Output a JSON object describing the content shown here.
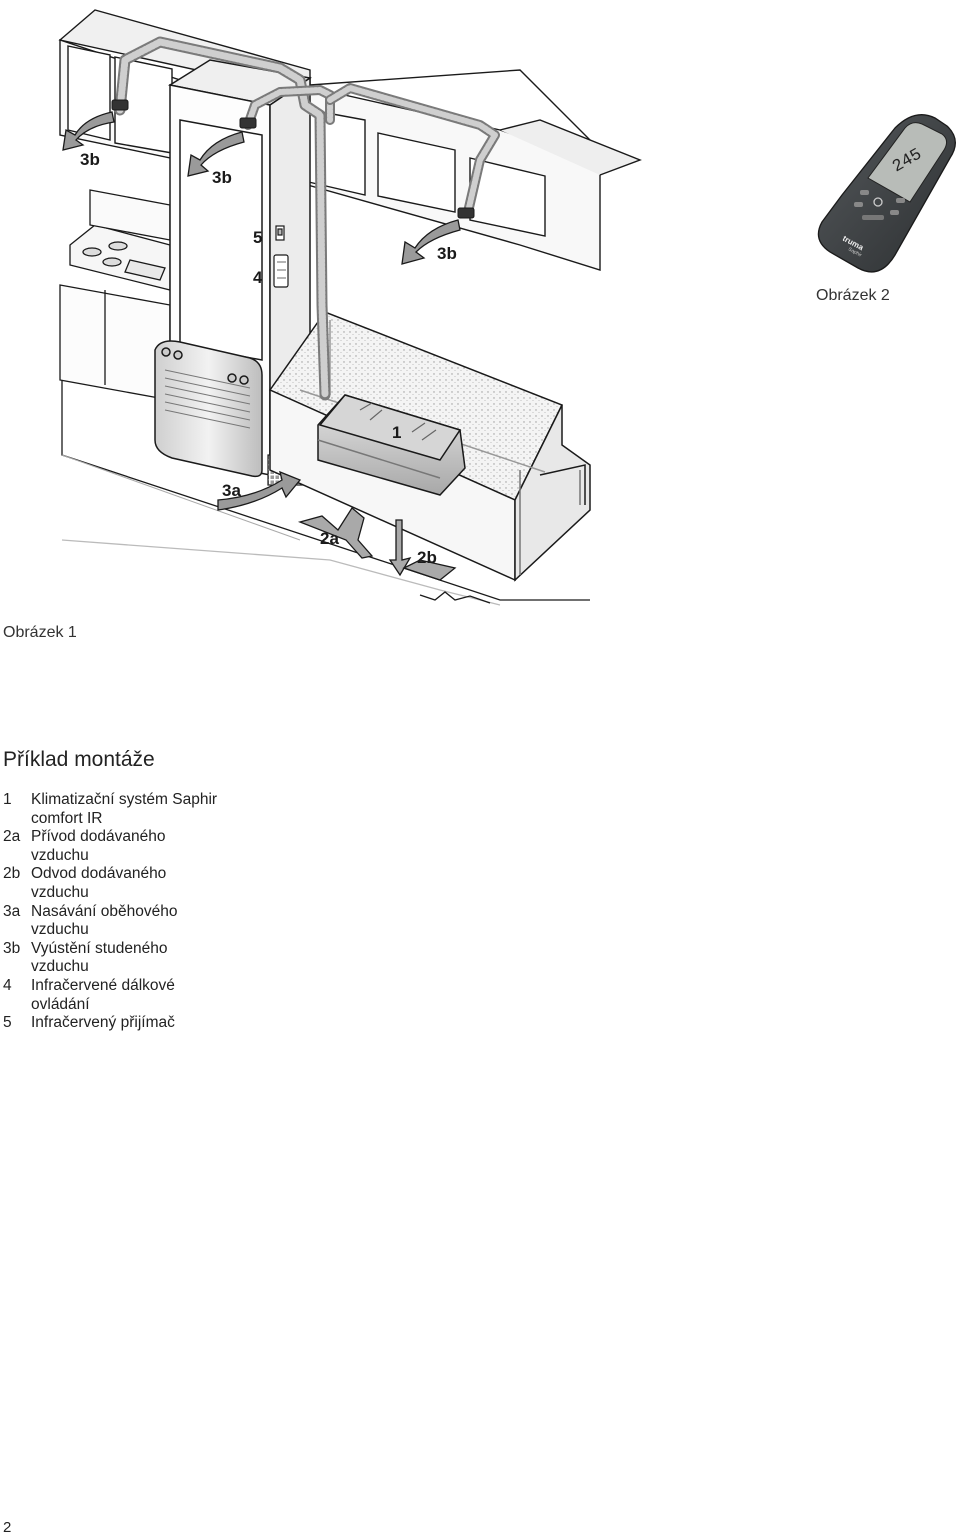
{
  "figure1": {
    "caption": "Obrázek 1",
    "callouts": {
      "c3b_left": "3b",
      "c3b_middle": "3b",
      "c3b_right": "3b",
      "c5": "5",
      "c4": "4",
      "c1": "1",
      "c3a": "3a",
      "c2a": "2a",
      "c2b": "2b"
    }
  },
  "figure2": {
    "caption": "Obrázek 2",
    "remote_brand_logo": "truma",
    "remote_model_logo": "Saphir"
  },
  "section": {
    "title": "Příklad montáže",
    "legend": [
      {
        "key": "1",
        "text": "Klimatizační systém Saphir comfort IR"
      },
      {
        "key": "2a",
        "text": "Přívod dodávaného vzduchu"
      },
      {
        "key": "2b",
        "text": "Odvod dodávaného vzduchu"
      },
      {
        "key": "3a",
        "text": "Nasávání oběhového vzduchu"
      },
      {
        "key": "3b",
        "text": "Vyústění studeného vzduchu"
      },
      {
        "key": "4",
        "text": "Infračervené dálkové ovládání"
      },
      {
        "key": "5",
        "text": "Infračervený přijímač"
      }
    ]
  },
  "page_number": "2",
  "icons": [
    "airflow-arrow-icon",
    "remote-control-icon",
    "power-icon"
  ],
  "colors": {
    "line": "#1a1a1a",
    "duct": "#8a8a8a",
    "remote_body": "#3a3d40",
    "remote_screen": "#b8bcb8"
  }
}
